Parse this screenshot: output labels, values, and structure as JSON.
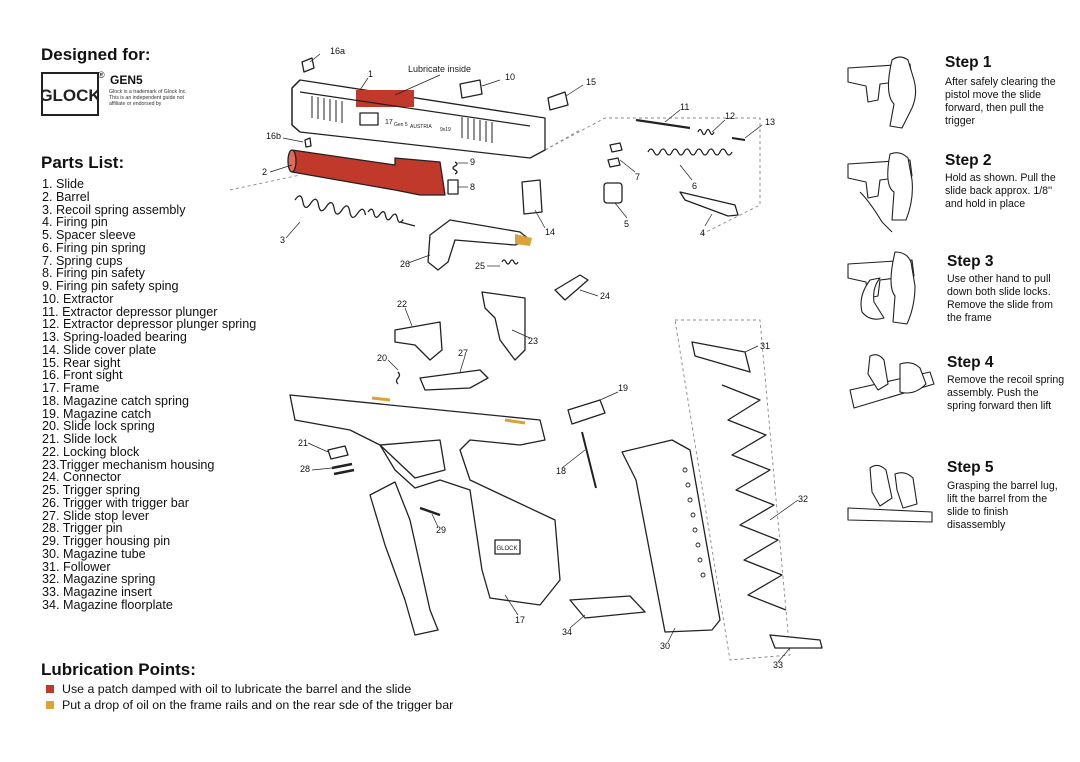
{
  "header": {
    "designed_for": "Designed for:",
    "brand": "GLOCK",
    "registered": "®",
    "model": "GEN5",
    "disclaimer": "Glock is a trademark of Glock Inc. This is an independent guide not affiliate or endorsed by"
  },
  "parts_list": {
    "title": "Parts List:",
    "items": [
      "1. Slide",
      "2. Barrel",
      "3. Recoil spring assembly",
      "4. Firing pin",
      "5. Spacer sleeve",
      "6. Firing pin spring",
      "7. Spring cups",
      "8. Firing pin safety",
      "9. Firing pin safety sping",
      "10. Extractor",
      "11. Extractor depressor plunger",
      "12. Extractor depressor plunger spring",
      "13. Spring-loaded bearing",
      "14. Slide cover plate",
      "15. Rear sight",
      "16. Front sight",
      "17. Frame",
      "18. Magazine catch spring",
      "19. Magazine catch",
      "20. Slide lock spring",
      "21. Slide lock",
      "22. Locking block",
      "23.Trigger mechanism housing",
      "24. Connector",
      "25. Trigger spring",
      "26. Trigger with trigger bar",
      "27. Slide stop lever",
      "28. Trigger pin",
      "29. Trigger housing pin",
      "30. Magazine tube",
      "31. Follower",
      "32. Magazine spring",
      "33. Magazine insert",
      "34. Magazine floorplate"
    ]
  },
  "lubrication": {
    "title": "Lubrication Points:",
    "items": [
      {
        "color": "#c0392b",
        "text": "Use a patch damped with oil to lubricate the barrel and the slide"
      },
      {
        "color": "#d9a23a",
        "text": "Put a drop of oil on the frame rails and on the rear sde of the trigger bar"
      }
    ]
  },
  "diagram": {
    "note": "Lubricate inside",
    "slide_marking": {
      "model": "17",
      "gen": "Gen 5",
      "origin": "AUSTRIA",
      "caliber": "9x19"
    },
    "frame_logo": "GLOCK",
    "callouts": [
      "16a",
      "1",
      "10",
      "15",
      "11",
      "12",
      "13",
      "16b",
      "2",
      "9",
      "8",
      "7",
      "6",
      "5",
      "14",
      "4",
      "3",
      "26",
      "25",
      "24",
      "22",
      "23",
      "20",
      "27",
      "19",
      "31",
      "21",
      "18",
      "28",
      "29",
      "32",
      "17",
      "34",
      "30",
      "33"
    ]
  },
  "steps": [
    {
      "title": "Step 1",
      "text": "After safely clearing the pistol move the slide forward, then pull the trigger"
    },
    {
      "title": "Step 2",
      "text": "Hold as shown. Pull the slide back approx. 1/8'' and hold in place"
    },
    {
      "title": "Step 3",
      "text": "Use other hand to pull down both slide locks. Remove the slide from the frame"
    },
    {
      "title": "Step 4",
      "text": "Remove the recoil spring assembly. Push the spring forward then lift"
    },
    {
      "title": "Step 5",
      "text": "Grasping the barrel lug, lift the barrel from the slide to finish disassembly"
    }
  ],
  "colors": {
    "barrel_red": "#c0392b",
    "lube_gold": "#d9a23a",
    "line": "#222222"
  }
}
